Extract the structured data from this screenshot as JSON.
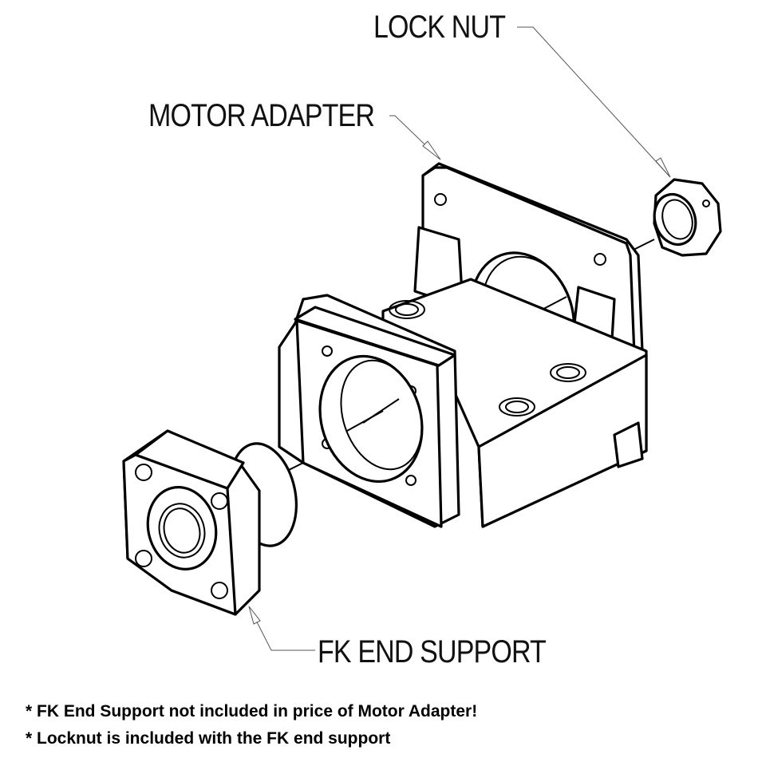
{
  "diagram": {
    "type": "exploded-assembly",
    "callouts": [
      {
        "id": "lock-nut",
        "label": "LOCK NUT"
      },
      {
        "id": "motor-adapter",
        "label": "MOTOR ADAPTER"
      },
      {
        "id": "fk-end-support",
        "label": "FK END SUPPORT"
      }
    ]
  },
  "notes": [
    "* FK End Support not included in price of Motor Adapter!",
    "* Locknut is included with the FK end support"
  ]
}
